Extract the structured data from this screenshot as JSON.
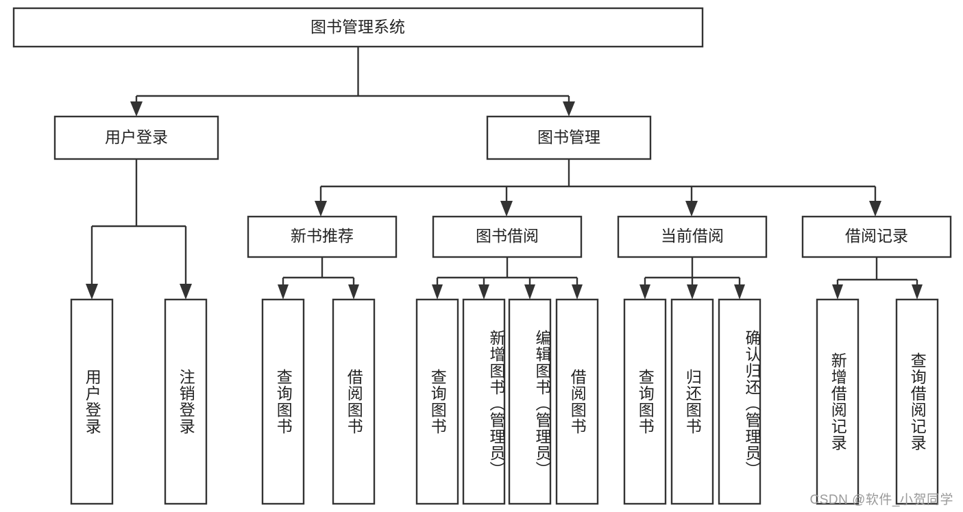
{
  "diagram": {
    "type": "tree-hierarchy",
    "title": "图书管理系统",
    "root": {
      "id": "root",
      "label": "图书管理系统"
    },
    "level2": [
      {
        "id": "user-login",
        "label": "用户登录"
      },
      {
        "id": "book-manage",
        "label": "图书管理"
      }
    ],
    "level3": [
      {
        "id": "new-book-rec",
        "label": "新书推荐",
        "parent": "book-manage"
      },
      {
        "id": "book-borrow",
        "label": "图书借阅",
        "parent": "book-manage"
      },
      {
        "id": "current-borrow",
        "label": "当前借阅",
        "parent": "book-manage"
      },
      {
        "id": "borrow-record",
        "label": "借阅记录",
        "parent": "book-manage"
      }
    ],
    "leaves": [
      {
        "id": "leaf-user-login",
        "label": "用户登录",
        "parent": "user-login"
      },
      {
        "id": "leaf-logout",
        "label": "注销登录",
        "parent": "user-login"
      },
      {
        "id": "leaf-query-book-1",
        "label": "查询图书",
        "parent": "new-book-rec"
      },
      {
        "id": "leaf-borrow-book-1",
        "label": "借阅图书",
        "parent": "new-book-rec"
      },
      {
        "id": "leaf-query-book-2",
        "label": "查询图书",
        "parent": "book-borrow"
      },
      {
        "id": "leaf-add-book",
        "label": "新增图书（管理员）",
        "parent": "book-borrow"
      },
      {
        "id": "leaf-edit-book",
        "label": "编辑图书（管理员）",
        "parent": "book-borrow"
      },
      {
        "id": "leaf-borrow-book-2",
        "label": "借阅图书",
        "parent": "book-borrow"
      },
      {
        "id": "leaf-query-book-3",
        "label": "查询图书",
        "parent": "current-borrow"
      },
      {
        "id": "leaf-return-book",
        "label": "归还图书",
        "parent": "current-borrow"
      },
      {
        "id": "leaf-confirm-return",
        "label": "确认归还（管理员）",
        "parent": "current-borrow"
      },
      {
        "id": "leaf-add-record",
        "label": "新增借阅记录",
        "parent": "borrow-record"
      },
      {
        "id": "leaf-query-record",
        "label": "查询借阅记录",
        "parent": "borrow-record"
      }
    ],
    "colors": {
      "stroke": "#333333",
      "fill": "#ffffff",
      "text": "#222222",
      "watermark": "#9a9a9a",
      "background": "#ffffff"
    }
  },
  "watermark": {
    "text": "CSDN @软件_小贺同学"
  }
}
